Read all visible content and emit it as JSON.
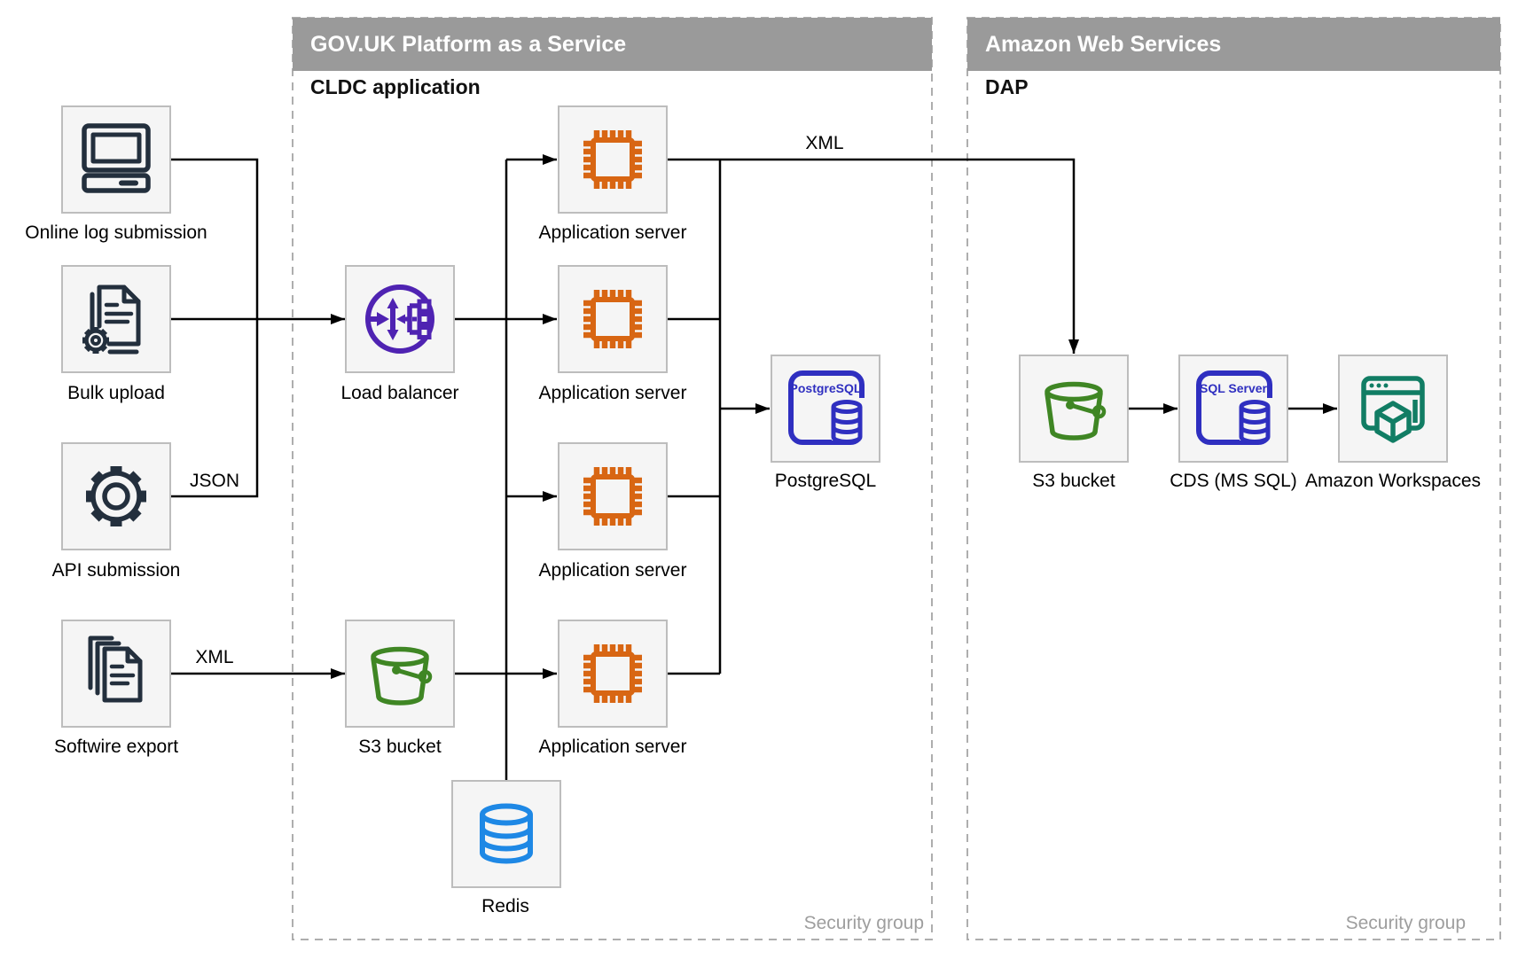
{
  "containers": {
    "paas": {
      "title": "GOV.UK Platform as a Service",
      "sublabel": "CLDC application",
      "footer": "Security group"
    },
    "aws": {
      "title": "Amazon Web Services",
      "sublabel": "DAP",
      "footer": "Security group"
    }
  },
  "nodes": {
    "online_log": {
      "label": "Online log submission"
    },
    "bulk_upload": {
      "label": "Bulk upload"
    },
    "api_submission": {
      "label": "API submission"
    },
    "softwire_export": {
      "label": "Softwire export"
    },
    "load_balancer": {
      "label": "Load balancer"
    },
    "app_server_1": {
      "label": "Application server"
    },
    "app_server_2": {
      "label": "Application server"
    },
    "app_server_3": {
      "label": "Application server"
    },
    "app_server_4": {
      "label": "Application server"
    },
    "postgresql": {
      "label": "PostgreSQL",
      "icon_text": "PostgreSQL"
    },
    "s3_paas": {
      "label": "S3 bucket"
    },
    "redis": {
      "label": "Redis"
    },
    "s3_aws": {
      "label": "S3 bucket"
    },
    "cds": {
      "label": "CDS (MS SQL)",
      "icon_text": "SQL Server"
    },
    "workspaces": {
      "label": "Amazon Workspaces"
    }
  },
  "edge_labels": {
    "json": "JSON",
    "xml_softwire": "XML",
    "xml_app_server": "XML"
  },
  "colors": {
    "source_icon_navy": "#232F3D",
    "load_balancer_purple": "#4F23B2",
    "app_server_orange": "#D86613",
    "database_indigo": "#2F2FC0",
    "bucket_green": "#3F8624",
    "redis_azure": "#1E88E5",
    "workspaces_teal": "#117D64",
    "header_gray": "#9a9a9a",
    "node_fill": "#f5f5f5",
    "node_border": "#bdbdbd",
    "container_border": "#aeaeae",
    "footer_text": "#9e9e9e"
  }
}
